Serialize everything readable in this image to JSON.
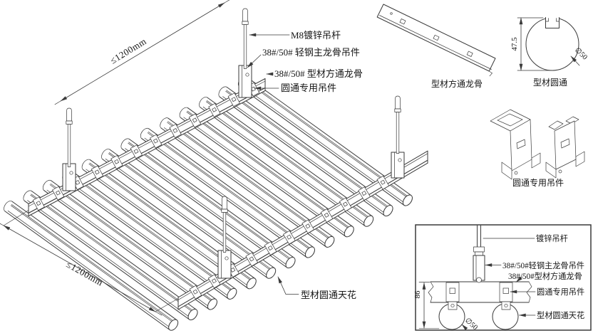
{
  "colors": {
    "line": "#3a3a3a",
    "bg": "#ffffff"
  },
  "main": {
    "dim_top": "≤1200mm",
    "dim_bottom": "≤1200mm",
    "labels": {
      "rod": "M8镀锌吊杆",
      "clamp": "38#/50# 轻钢主龙骨吊件",
      "keel": "38#/50# 型材方通龙骨",
      "clip": "圆通专用吊件",
      "ceiling": "型材圆通天花"
    }
  },
  "parts": {
    "keel": {
      "caption": "型材方通龙骨"
    },
    "tube": {
      "caption": "型材圆通",
      "height": "47.5",
      "dia": "∅50"
    },
    "clip": {
      "caption": "圆通专用吊件"
    }
  },
  "box": {
    "labels": {
      "rod": "镀锌吊杆",
      "clamp": "38#/50#轻钢主龙骨吊件",
      "keel": "38#/50#型材方通龙骨",
      "clip": "圆通专用吊件",
      "ceiling": "型材圆通天花"
    },
    "dims": {
      "h": "86",
      "dia": "∅50"
    }
  }
}
